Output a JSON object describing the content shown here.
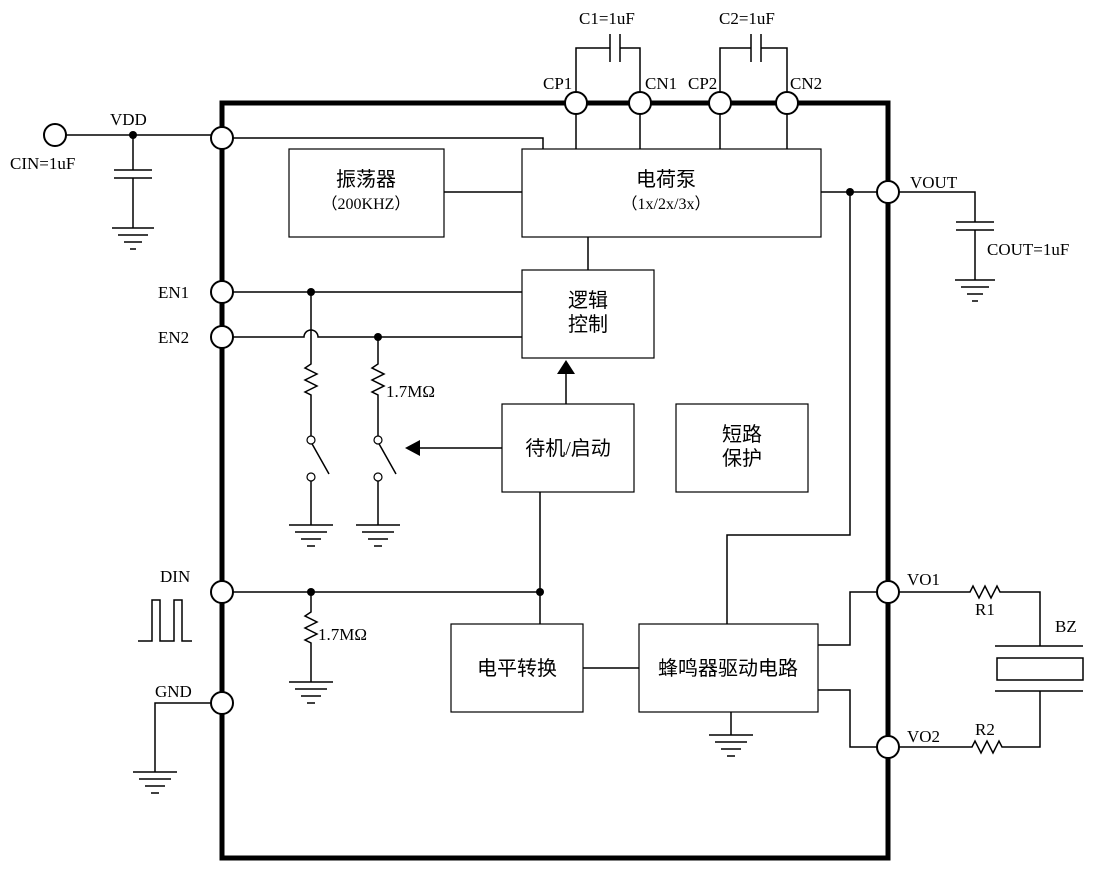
{
  "pins": {
    "vdd": "VDD",
    "cin": "CIN=1uF",
    "en1": "EN1",
    "en2": "EN2",
    "din": "DIN",
    "gnd": "GND",
    "cp1": "CP1",
    "cn1": "CN1",
    "cp2": "CP2",
    "cn2": "CN2",
    "vout": "VOUT",
    "cout": "COUT=1uF",
    "vo1": "VO1",
    "vo2": "VO2"
  },
  "components": {
    "c1": "C1=1uF",
    "c2": "C2=1uF",
    "r_pulldown_en2": "1.7MΩ",
    "r_pulldown_din": "1.7MΩ",
    "r1": "R1",
    "r2": "R2",
    "buzzer": "BZ"
  },
  "blocks": {
    "oscillator": {
      "line1": "振荡器",
      "line2": "（200KHZ）"
    },
    "charge_pump": {
      "line1": "电荷泵",
      "line2": "（1x/2x/3x）"
    },
    "logic_control": {
      "line1": "逻辑",
      "line2": "控制"
    },
    "standby": {
      "line1": "待机/启动"
    },
    "short_protect": {
      "line1": "短路",
      "line2": "保护"
    },
    "level_shift": {
      "line1": "电平转换"
    },
    "buzzer_driver": {
      "line1": "蜂鸣器驱动电路"
    }
  }
}
